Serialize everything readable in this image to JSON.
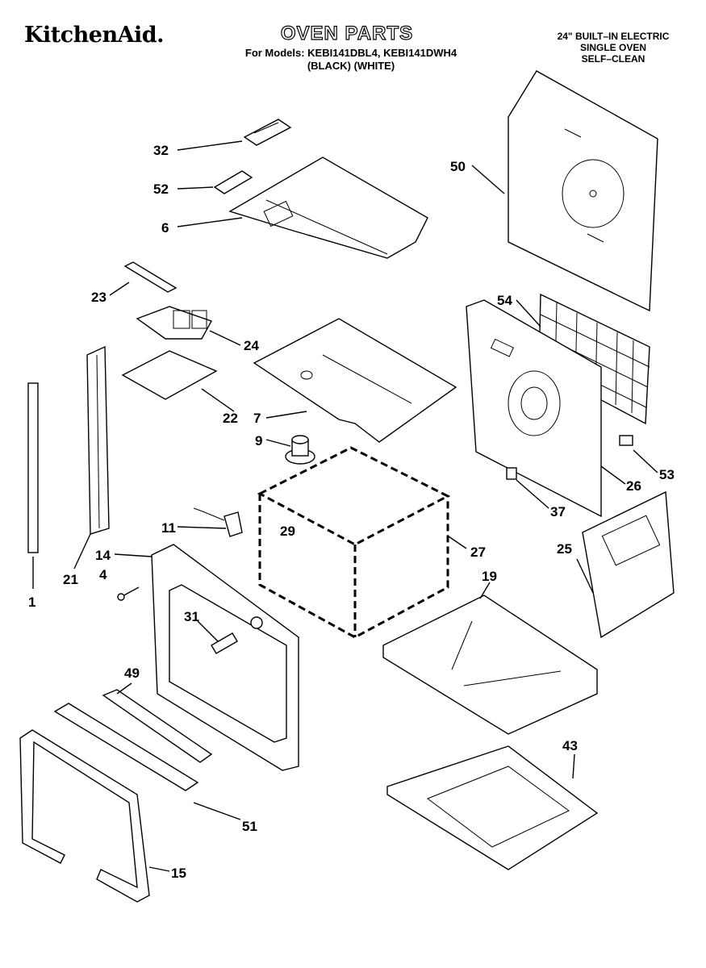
{
  "header": {
    "brand": "KitchenAid.",
    "title": "OVEN PARTS",
    "models_line": "For Models: KEBI141DBL4, KEBI141DWH4",
    "colors_line": "(BLACK)     (WHITE)",
    "spec_lines": [
      "24\" BUILT–IN ELECTRIC",
      "SINGLE OVEN",
      "SELF–CLEAN"
    ]
  },
  "callouts": [
    "32",
    "52",
    "6",
    "50",
    "23",
    "24",
    "54",
    "22",
    "7",
    "9",
    "53",
    "26",
    "37",
    "11",
    "29",
    "27",
    "14",
    "4",
    "21",
    "1",
    "25",
    "31",
    "19",
    "49",
    "43",
    "51",
    "15"
  ]
}
